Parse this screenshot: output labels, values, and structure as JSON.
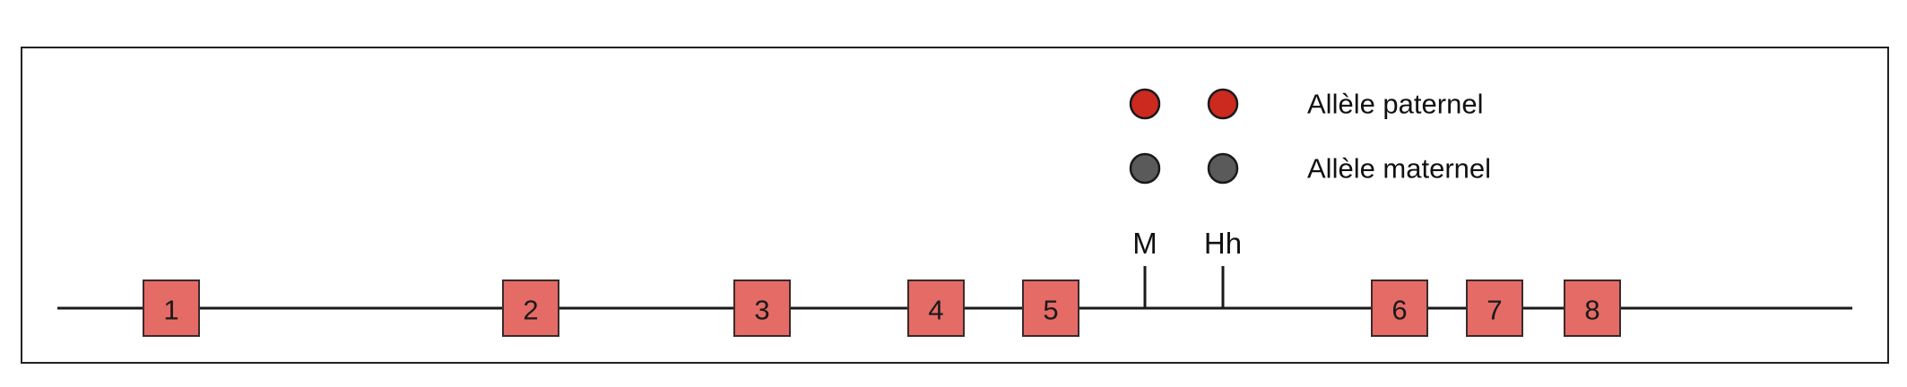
{
  "colors": {
    "exon_fill": "#e46b66",
    "paternal": "#cc2a1e",
    "maternal": "#5a5a5a",
    "line": "#1a1a1a"
  },
  "exons": [
    {
      "label": "1"
    },
    {
      "label": "2"
    },
    {
      "label": "3"
    },
    {
      "label": "4"
    },
    {
      "label": "5"
    },
    {
      "label": "6"
    },
    {
      "label": "7"
    },
    {
      "label": "8"
    }
  ],
  "markers": [
    {
      "label": "M"
    },
    {
      "label": "Hh"
    }
  ],
  "legend": [
    {
      "label": "Allèle paternel",
      "color_key": "paternal"
    },
    {
      "label": "Allèle maternel",
      "color_key": "maternal"
    }
  ]
}
